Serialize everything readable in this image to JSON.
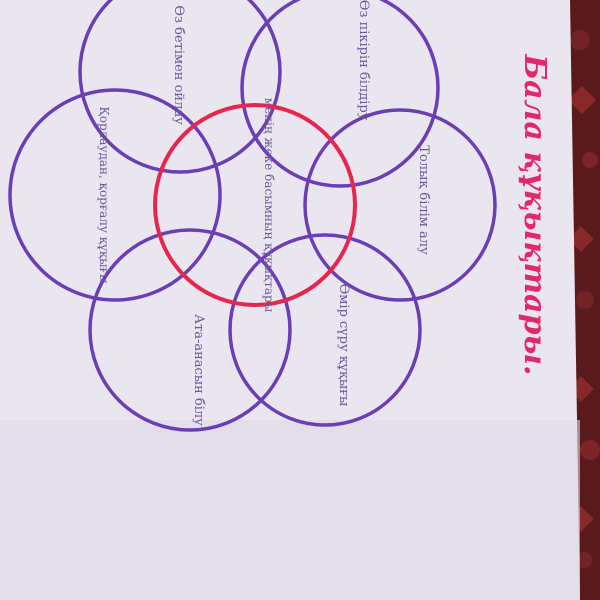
{
  "heading": "Бала құқықтары.",
  "center_text": "менің жеке басымның құқықтары",
  "petals": [
    {
      "id": "top-left",
      "text": "Өз бетімен ойлау"
    },
    {
      "id": "top-right",
      "text": "Өз пікірін білдіру"
    },
    {
      "id": "right-upper",
      "text": "Толық білім алу"
    },
    {
      "id": "right-lower",
      "text": "Өмір сүру құқығы"
    },
    {
      "id": "bottom",
      "text": "Ата-анасын білу"
    },
    {
      "id": "left",
      "text": "Қорлаудан, қорғалу құқығы"
    }
  ],
  "colors": {
    "heading": "#e2286a",
    "center_ring": "#e8254b",
    "petal_ring": "#6a3fb5",
    "text": "#6b5a9a",
    "paper": "#e9e6ef",
    "carpet": "#5a1a1c"
  }
}
